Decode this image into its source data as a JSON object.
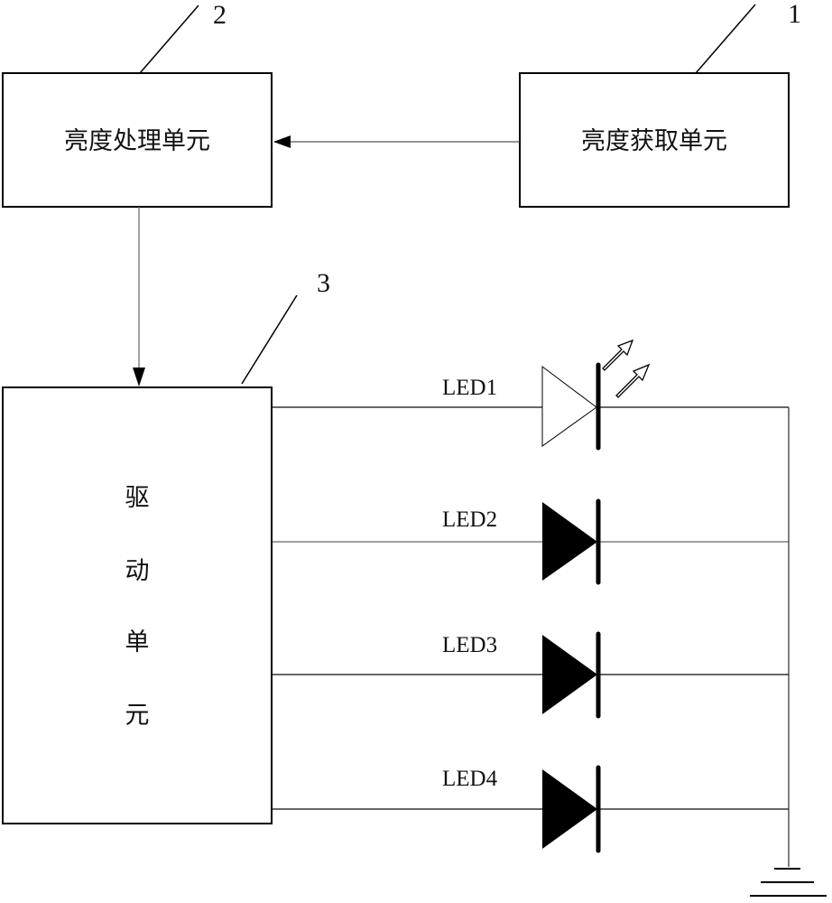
{
  "diagram": {
    "blocks": {
      "acquisition": {
        "label": "亮度获取单元",
        "ref": "1"
      },
      "processing": {
        "label": "亮度处理单元",
        "ref": "2"
      },
      "driver": {
        "label_chars": [
          "驱",
          "动",
          "单",
          "元"
        ],
        "ref": "3"
      }
    },
    "leds": [
      {
        "label": "LED1",
        "style": "outline",
        "emitting": true
      },
      {
        "label": "LED2",
        "style": "filled",
        "emitting": false
      },
      {
        "label": "LED3",
        "style": "filled",
        "emitting": false
      },
      {
        "label": "LED4",
        "style": "filled",
        "emitting": false
      }
    ],
    "connections": [
      {
        "from": "亮度获取单元",
        "to": "亮度处理单元"
      },
      {
        "from": "亮度处理单元",
        "to": "驱动单元"
      },
      {
        "from": "驱动单元",
        "to": "LED1-LED4"
      },
      {
        "from": "LED1-LED4",
        "to": "ground"
      }
    ],
    "ground_symbol": "ground-icon"
  }
}
